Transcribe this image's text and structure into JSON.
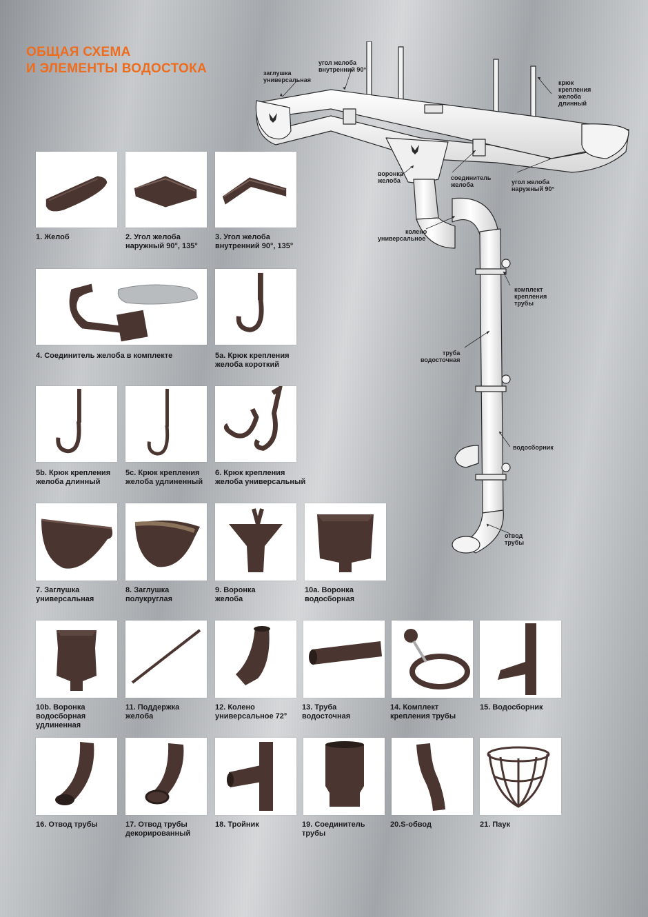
{
  "title": {
    "line1": "ОБЩАЯ СХЕМА",
    "line2": "И ЭЛЕМЕНТЫ ВОДОСТОКА"
  },
  "colors": {
    "accent": "#ee6c1d",
    "product_brown": "#4a3530",
    "diagram_line": "#2a2a2a"
  },
  "diagram_callouts": {
    "zaglushka": [
      "заглушка",
      "универсальная"
    ],
    "ugol_vnutr": [
      "угол желоба",
      "внутренний 90°"
    ],
    "kryuk_dlinny": [
      "крюк",
      "крепления",
      "желоба",
      "длинный"
    ],
    "voronka": [
      "воронка",
      "желоба"
    ],
    "soedinitel": [
      "соединитель",
      "желоба"
    ],
    "ugol_naruzh": [
      "угол желоба",
      "наружный 90°"
    ],
    "koleno": [
      "колено",
      "универсальное"
    ],
    "komplekt": [
      "комплект",
      "крепления",
      "трубы"
    ],
    "truba": [
      "труба",
      "водосточная"
    ],
    "vodosbornik": [
      "водосборник"
    ],
    "otvod": [
      "отвод",
      "трубы"
    ]
  },
  "items": [
    {
      "icon": "gutter-icon",
      "lines": [
        "1. Желоб"
      ]
    },
    {
      "icon": "outer-corner-icon",
      "lines": [
        "2. Угол желоба",
        "наружный 90°, 135°"
      ]
    },
    {
      "icon": "inner-corner-icon",
      "lines": [
        "3. Угол желоба",
        "внутренний 90°, 135°"
      ]
    },
    {
      "icon": "gutter-connector-icon",
      "lines": [
        "4. Соединитель желоба в комплекте"
      ]
    },
    {
      "icon": "short-hook-icon",
      "lines": [
        "5a. Крюк крепления",
        "желоба короткий"
      ]
    },
    {
      "icon": "long-hook-icon",
      "lines": [
        "5b. Крюк крепления",
        "желоба длинный"
      ]
    },
    {
      "icon": "extended-hook-icon",
      "lines": [
        "5c. Крюк крепления",
        "желоба удлиненный"
      ]
    },
    {
      "icon": "universal-hook-icon",
      "lines": [
        "6. Крюк крепления",
        "желоба универсальный"
      ]
    },
    {
      "icon": "end-cap-icon",
      "lines": [
        "7. Заглушка",
        "универсальная"
      ]
    },
    {
      "icon": "round-end-cap-icon",
      "lines": [
        "8. Заглушка",
        "полукруглая"
      ]
    },
    {
      "icon": "gutter-funnel-icon",
      "lines": [
        "9. Воронка",
        "желоба"
      ]
    },
    {
      "icon": "collector-box-icon",
      "lines": [
        "10a. Воронка",
        "водосборная"
      ]
    },
    {
      "icon": "long-collector-box-icon",
      "lines": [
        "10b. Воронка",
        "водосборная",
        "удлиненная"
      ]
    },
    {
      "icon": "gutter-support-icon",
      "lines": [
        "11. Поддержка",
        "желоба"
      ]
    },
    {
      "icon": "elbow-72-icon",
      "lines": [
        "12. Колено",
        "универсальное 72°"
      ]
    },
    {
      "icon": "downpipe-icon",
      "lines": [
        "13. Труба",
        "водосточная"
      ]
    },
    {
      "icon": "pipe-clamp-icon",
      "lines": [
        "14. Комплект",
        "крепления трубы"
      ]
    },
    {
      "icon": "water-collector-icon",
      "lines": [
        "15. Водосборник"
      ]
    },
    {
      "icon": "pipe-outlet-icon",
      "lines": [
        "16. Отвод трубы"
      ]
    },
    {
      "icon": "decorated-outlet-icon",
      "lines": [
        "17. Отвод трубы",
        "декорированный"
      ]
    },
    {
      "icon": "tee-icon",
      "lines": [
        "18. Тройник"
      ]
    },
    {
      "icon": "pipe-connector-icon",
      "lines": [
        "19. Соединитель",
        "трубы"
      ]
    },
    {
      "icon": "s-bend-icon",
      "lines": [
        "20.S-обвод"
      ]
    },
    {
      "icon": "leaf-guard-icon",
      "lines": [
        "21. Паук"
      ]
    }
  ]
}
